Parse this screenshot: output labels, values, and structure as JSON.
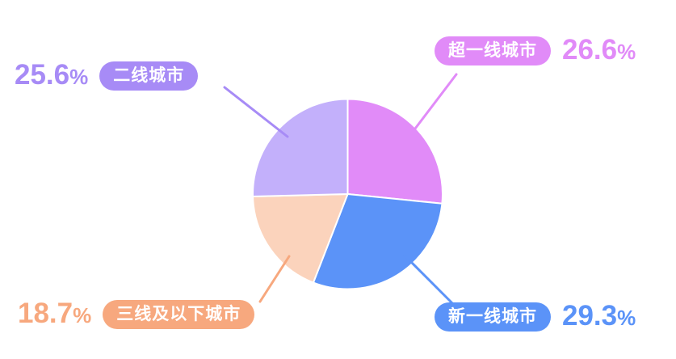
{
  "chart_data": {
    "type": "pie",
    "title": "",
    "categories": [
      "超一线城市",
      "新一线城市",
      "三线及以下城市",
      "二线城市"
    ],
    "values": [
      26.6,
      29.3,
      18.7,
      25.6
    ],
    "value_labels": [
      "26.6",
      "29.3",
      "18.7",
      "25.6"
    ],
    "unit": "%",
    "start_angle_deg": 0,
    "direction": "clockwise",
    "legend": "callout-labels",
    "grid": false,
    "colors": [
      "#E18BF8",
      "#5B93F8",
      "#FBD3BC",
      "#C3B0FB"
    ],
    "slices": [
      {
        "name": "超一线城市",
        "value": 26.6,
        "value_text": "26.6",
        "percent_symbol": "%",
        "color": "#E18BF8",
        "badge_color": "#E18BF8",
        "text_color": "#E18BF8",
        "start_deg": 0,
        "end_deg": 95.76
      },
      {
        "name": "新一线城市",
        "value": 29.3,
        "value_text": "29.3",
        "percent_symbol": "%",
        "color": "#5B93F8",
        "badge_color": "#5B93F8",
        "text_color": "#5B93F8",
        "start_deg": 95.76,
        "end_deg": 201.24
      },
      {
        "name": "三线及以下城市",
        "value": 18.7,
        "value_text": "18.7",
        "percent_symbol": "%",
        "color": "#FBD3BC",
        "badge_color": "#F7A87E",
        "text_color": "#F7A87E",
        "start_deg": 201.24,
        "end_deg": 268.56
      },
      {
        "name": "二线城市",
        "value": 25.6,
        "value_text": "25.6",
        "percent_symbol": "%",
        "color": "#C3B0FB",
        "badge_color": "#A78BF6",
        "text_color": "#A78BF6",
        "start_deg": 268.56,
        "end_deg": 360
      }
    ]
  },
  "callouts": {
    "super_tier": {
      "label": "超一线城市",
      "value": "26.6",
      "symbol": "%"
    },
    "new_tier": {
      "label": "新一线城市",
      "value": "29.3",
      "symbol": "%"
    },
    "second_tier": {
      "label": "二线城市",
      "value": "25.6",
      "symbol": "%"
    },
    "third_tier": {
      "label": "三线及以下城市",
      "value": "18.7",
      "symbol": "%"
    }
  }
}
